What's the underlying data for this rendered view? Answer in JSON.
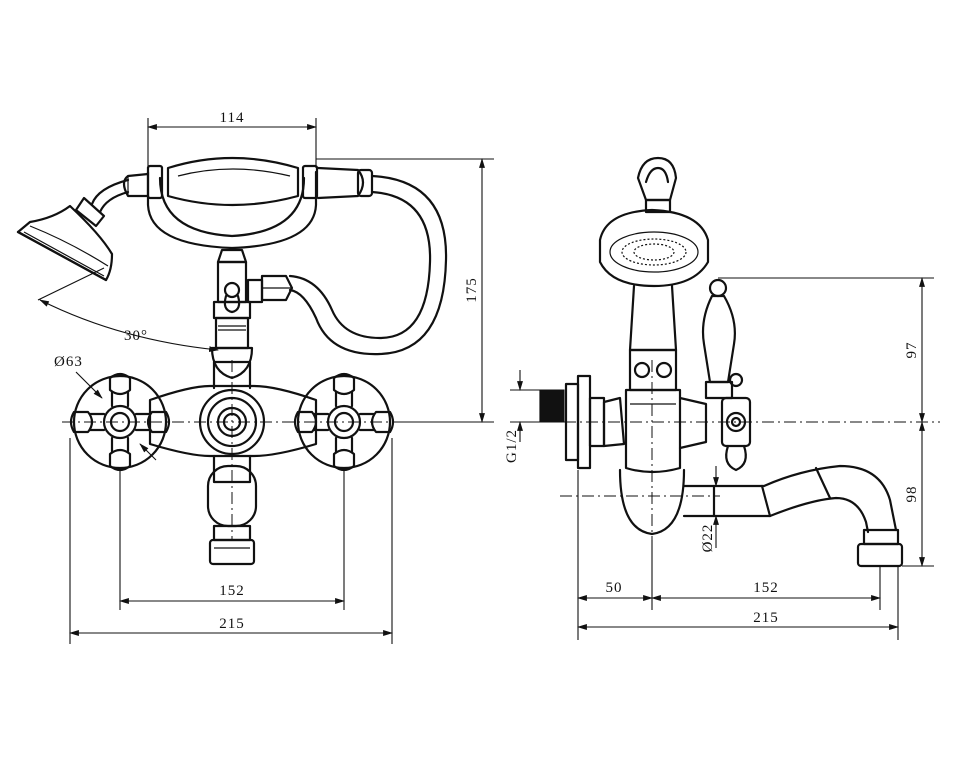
{
  "front_view": {
    "dimensions": {
      "handset_width": "114",
      "total_height": "175",
      "handle_diameter": "Ø63",
      "shower_angle": "30°",
      "inlet_centres": "152",
      "overall_width": "215"
    }
  },
  "side_view": {
    "dimensions": {
      "handset_height": "97",
      "inlet_thread": "G1/2",
      "spout_diameter": "Ø22",
      "spout_height": "98",
      "wall_offset": "50",
      "spout_reach": "152",
      "overall_depth": "215"
    }
  }
}
